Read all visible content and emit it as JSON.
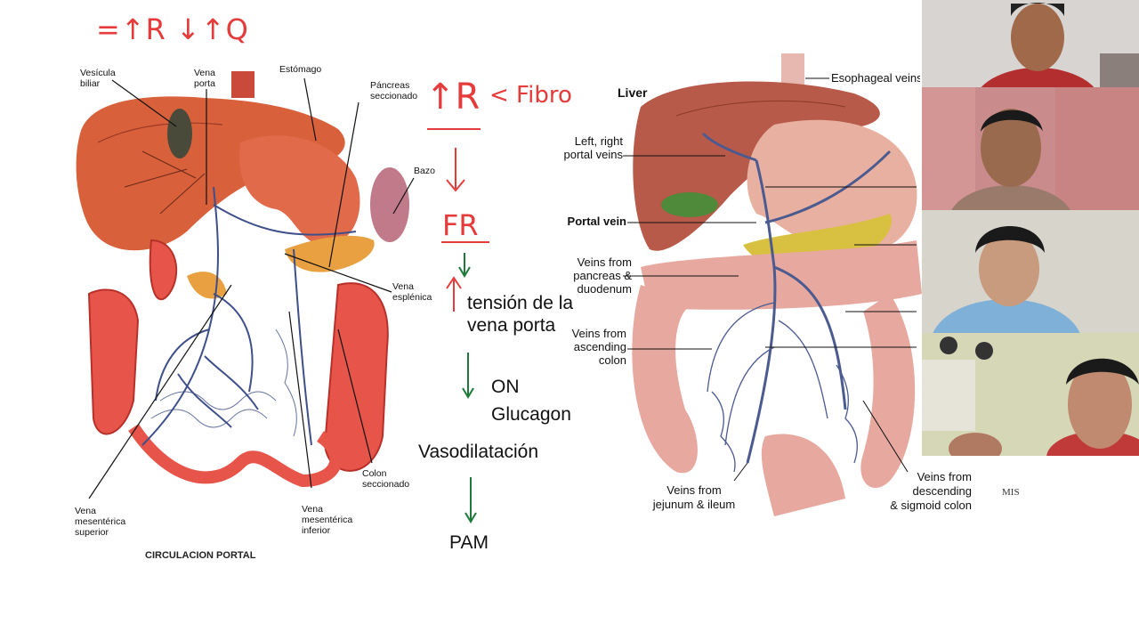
{
  "left_diagram": {
    "caption": "CIRCULACION PORTAL",
    "labels": {
      "vesicula": "Vesícula\nbiliar",
      "vena_porta": "Vena\nporta",
      "estomago": "Estómago",
      "pancreas": "Páncreas\nseccionado",
      "bazo": "Bazo",
      "vena_esplenica": "Vena\nesplénica",
      "colon": "Colon\nseccionado",
      "vms": "Vena\nmesentérica\nsuperior",
      "vmi": "Vena\nmesentérica\ninferior"
    }
  },
  "annotations": {
    "top_left": "=↑R ↓↑Q",
    "ir": "↑R",
    "fibro": "< Fibro",
    "fr": "FR",
    "tension": "tensión de la\nvena porta",
    "on": "ON",
    "glucagon": "Glucagon",
    "vasodilatacion": "Vasodilatación",
    "pam": "PAM"
  },
  "right_diagram": {
    "labels": {
      "liver": "Liver",
      "esophageal": "Esophageal veins",
      "left_right": "Left, right\nportal veins",
      "portal_vein": "Portal vein",
      "pancreas_duodenum": "Veins from\npancreas &\nduodenum",
      "ascending": "Veins from\nascending\ncolon",
      "jejunum": "Veins from\njejunum & ileum",
      "descending": "Veins from\ndescending\n& sigmoid colon",
      "logo": "MIS"
    }
  },
  "participants": [
    {
      "id": "p1",
      "shirt": "#b32e2e",
      "bg": "#d8d4d2"
    },
    {
      "id": "p2",
      "shirt": "#9a7a6a",
      "bg": "#c98b8b"
    },
    {
      "id": "p3",
      "shirt": "#7fb0d8",
      "bg": "#d7d4cc"
    },
    {
      "id": "p4",
      "shirt": "#c13a3a",
      "bg": "#d6d7b6"
    }
  ]
}
